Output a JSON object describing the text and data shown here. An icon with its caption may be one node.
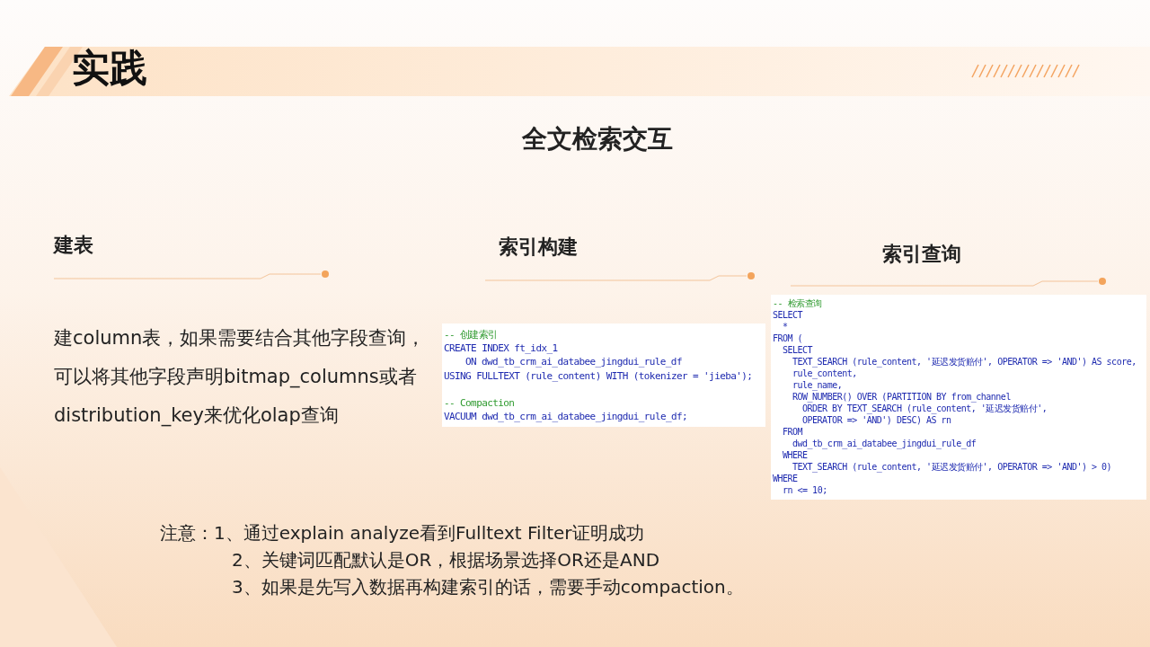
{
  "diagram": {
    "title": "实践",
    "nodes": [
      {
        "text": [
          "-- 创建索引",
          "CREATE INDEX ft_idx_1",
          "ON dwd_tb_crm_ai_databee_jingdui_rule_df",
          "USING FULLTEXT (rule_content) WITH (tokenizer = 'jieba');",
          "-- Compaction",
          "VACUUM dwd_tb_crm_ai_databee_jingdui_rule_df;"
        ]
      },
      {
        "text": [
          "-- 检索查询",
          "SELECT",
          "*",
          "FROM (",
          "SELECT",
          "TEXT_SEARCH (rule_content, '延迟发货赔付', OPERATOR => 'AND') AS score,",
          "rule_content,",
          "rule_name,",
          "ROW_NUMBER() OVER (PARTITION BY from_channel",
          "ORDER BY TEXT_SEARCH (rule_content, '延迟发货赔付',",
          "OPERATOR => 'AND') DESC) AS rn",
          "FROM",
          "dwd_tb_crm_ai_databee_jingdui_rule_df",
          "WHERE",
          "TEXT_SEARCH (rule_content, '延迟发货赔付', OPERATOR => 'AND') > 0)",
          "WHERE",
          "rn <= 10;"
        ]
      }
    ],
    "labels": [
      "全文检索交互",
      "建表",
      "索引构建",
      "索引查询",
      "建column表，如果需要结合其他字段查询，可以将其他字段声明bitmap_columns或者distribution_key来优化olap查询",
      "注意：1、通过explain analyze看到Fulltext Filter证明成功",
      "2、关键词匹配默认是OR，根据场景选择OR还是AND",
      "3、如果是先写入数据再构建索引的话，需要手动compaction。"
    ]
  }
}
